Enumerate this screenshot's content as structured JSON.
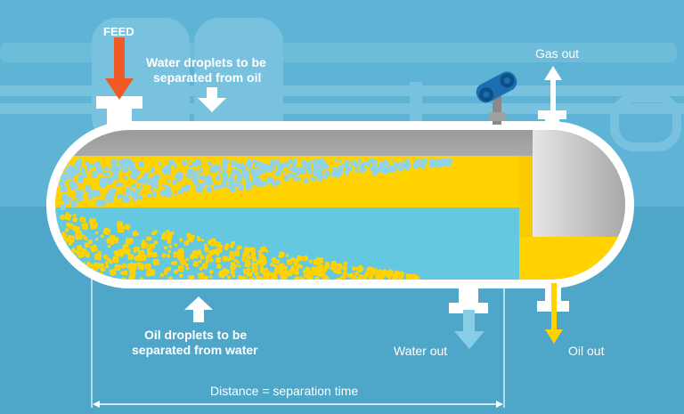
{
  "labels": {
    "feed": "FEED",
    "water_droplets_line1": "Water droplets to be",
    "water_droplets_line2": "separated from oil",
    "oil_droplets_line1": "Oil droplets to be",
    "oil_droplets_line2": "separated from water",
    "gas_out": "Gas out",
    "water_out": "Water out",
    "oil_out": "Oil out",
    "distance": "Distance = separation time"
  },
  "colors": {
    "background": "#5fb4d6",
    "oil": "#ffd200",
    "water": "#64c8e0",
    "vessel_shell": "#ffffff",
    "vessel_gas_space": "#b3b3b3",
    "feed_arrow": "#f05a24",
    "valve": "#1a6fb0"
  },
  "icons": {
    "feed_arrow": "arrow-down-icon",
    "valve": "valve-icon"
  }
}
